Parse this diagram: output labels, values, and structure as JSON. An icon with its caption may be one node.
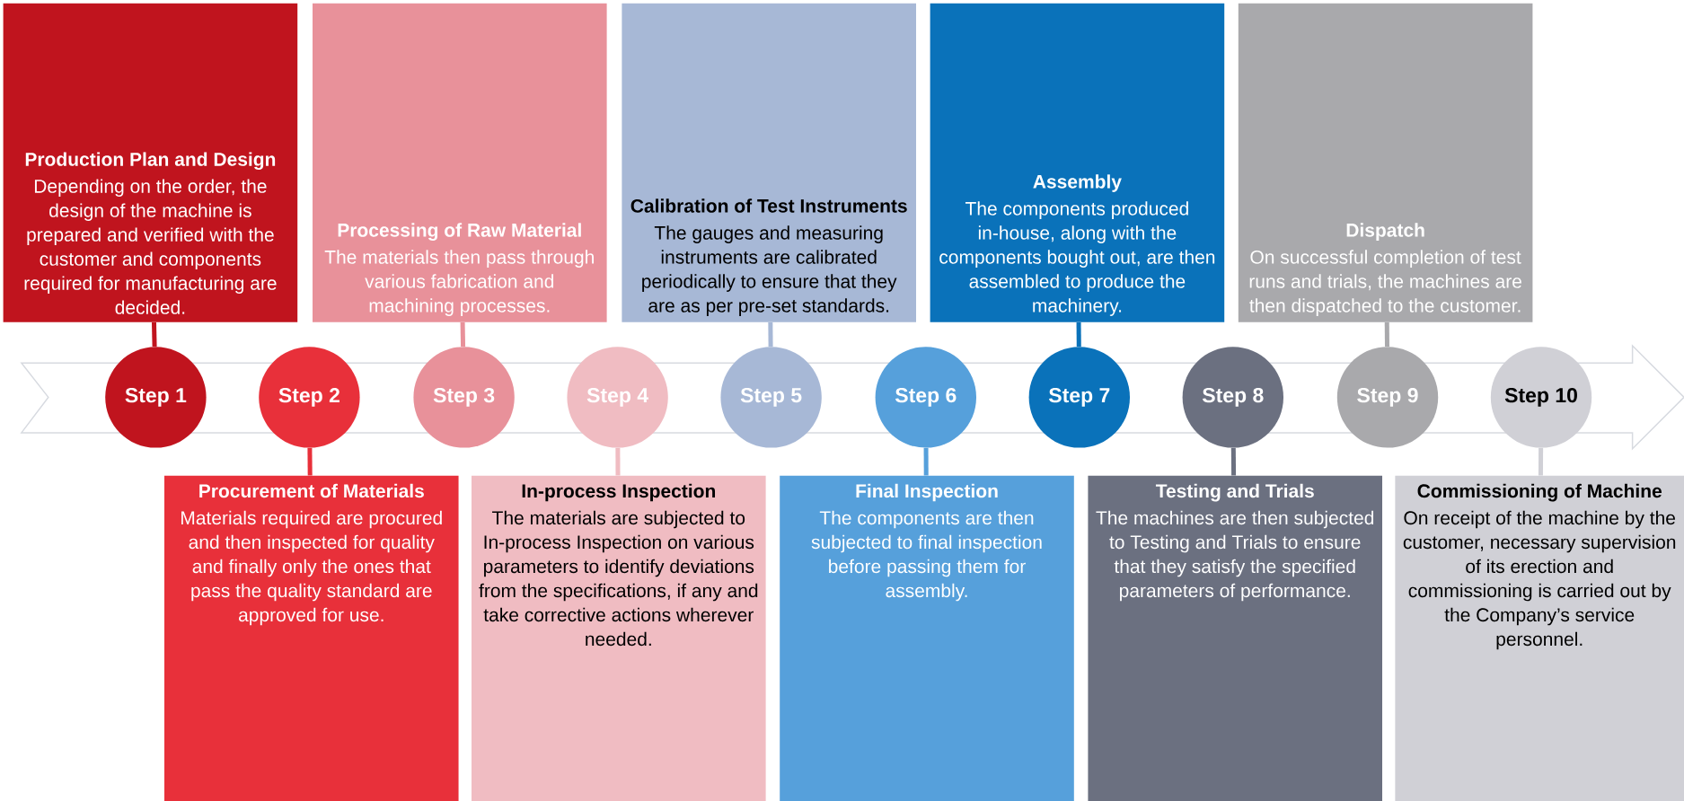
{
  "diagram": {
    "nodes": [
      {
        "text": [
          "Production Plan and Design",
          "Depending on the order, the design of the machine is prepared and verified with the customer and components required for manufacturing are decided."
        ]
      },
      {
        "text": [
          "Step 1"
        ]
      },
      {
        "text": [
          "Procurement of Materials",
          "Materials required are procured and then inspected for quality and finally only the ones that pass the quality standard are approved for use."
        ]
      },
      {
        "text": [
          "Step 2"
        ]
      },
      {
        "text": [
          "Processing of Raw Material",
          "The materials then pass through various fabrication and machining processes."
        ]
      },
      {
        "text": [
          "Step 3"
        ]
      },
      {
        "text": [
          "In-process Inspection",
          "The materials are subjected to In-process Inspection on various parameters to identify deviations from the specifications, if any and take corrective actions wherever needed."
        ]
      },
      {
        "text": [
          "Step 4"
        ]
      },
      {
        "text": [
          "Calibration of Test Instruments",
          "The gauges and measuring instruments are calibrated periodically to ensure that they are as per pre-set standards."
        ]
      },
      {
        "text": [
          "Step 5"
        ]
      },
      {
        "text": [
          "Final Inspection",
          "The components are then subjected to final inspection before passing them for assembly."
        ]
      },
      {
        "text": [
          "Step 6"
        ]
      },
      {
        "text": [
          "Assembly",
          "The components produced in-house, along with the components bought out, are then assembled to produce the machinery."
        ]
      },
      {
        "text": [
          "Step 7"
        ]
      },
      {
        "text": [
          "Testing and Trials",
          "The machines are then subjected to Testing and Trials to ensure that they satisfy the specified parameters of performance."
        ]
      },
      {
        "text": [
          "Step 8"
        ]
      },
      {
        "text": [
          "Dispatch",
          "On successful completion of test runs and trials, the machines are then dispatched to the customer."
        ]
      },
      {
        "text": [
          "Step 9"
        ]
      },
      {
        "text": [
          "Commissioning of Machine",
          "On receipt of the machine by the customer, necessary supervision of its erection and commissioning is carried out by the Company’s service personnel."
        ]
      },
      {
        "text": [
          "Step 10"
        ]
      }
    ],
    "edges": [
      {
        "from": 0,
        "to": 1,
        "arrow": "none",
        "color": "#c0141e"
      },
      {
        "from": 2,
        "to": 3,
        "arrow": "none",
        "color": "#e8303a"
      },
      {
        "from": 4,
        "to": 5,
        "arrow": "none",
        "color": "#e8919a"
      },
      {
        "from": 6,
        "to": 7,
        "arrow": "none",
        "color": "#f0bcc2"
      },
      {
        "from": 8,
        "to": 9,
        "arrow": "none",
        "color": "#a7b8d6"
      },
      {
        "from": 10,
        "to": 11,
        "arrow": "none",
        "color": "#56a0db"
      },
      {
        "from": 12,
        "to": 13,
        "arrow": "none",
        "color": "#0a72ba"
      },
      {
        "from": 14,
        "to": 15,
        "arrow": "none",
        "color": "#6b7080"
      },
      {
        "from": 16,
        "to": 17,
        "arrow": "none",
        "color": "#a9a9ac"
      },
      {
        "from": 18,
        "to": 19,
        "arrow": "none",
        "color": "#d0d0d6"
      }
    ]
  }
}
